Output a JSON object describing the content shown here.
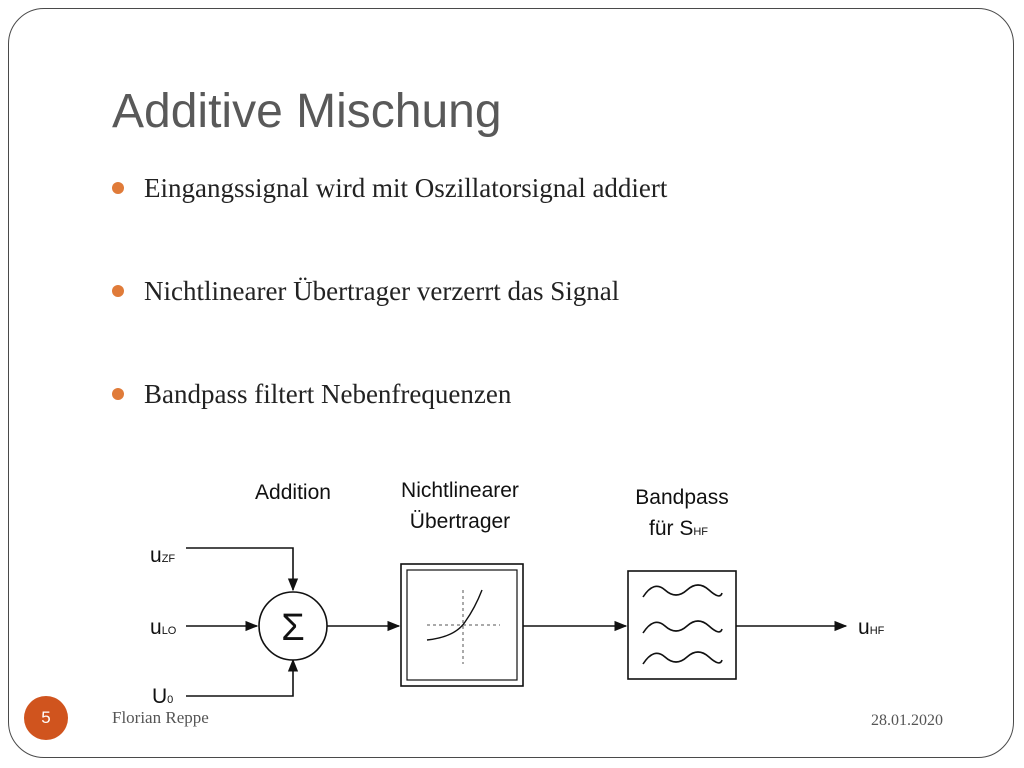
{
  "slide": {
    "title": "Additive Mischung",
    "bullets": [
      "Eingangssignal wird mit Oszillatorsignal addiert",
      "Nichtlinearer Übertrager verzerrt das Signal",
      "Bandpass filtert Nebenfrequenzen"
    ],
    "page_number": "5",
    "author": "Florian Reppe",
    "date": "28.01.2020",
    "accent_color": "#d0541e"
  },
  "diagram": {
    "addition_label": "Addition",
    "transformer_label_line1": "Nichtlinearer",
    "transformer_label_line2": "Übertrager",
    "bandpass_label_line1": "Bandpass",
    "bandpass_label_line2_main": "für S",
    "bandpass_label_line2_sub": "HF",
    "sum_symbol": "Σ",
    "input_uzf_main": "u",
    "input_uzf_sub": "ZF",
    "input_ulo_main": "u",
    "input_ulo_sub": "LO",
    "input_u0_main": "U",
    "input_u0_sub": "0",
    "output_main": "u",
    "output_sub": "HF"
  }
}
